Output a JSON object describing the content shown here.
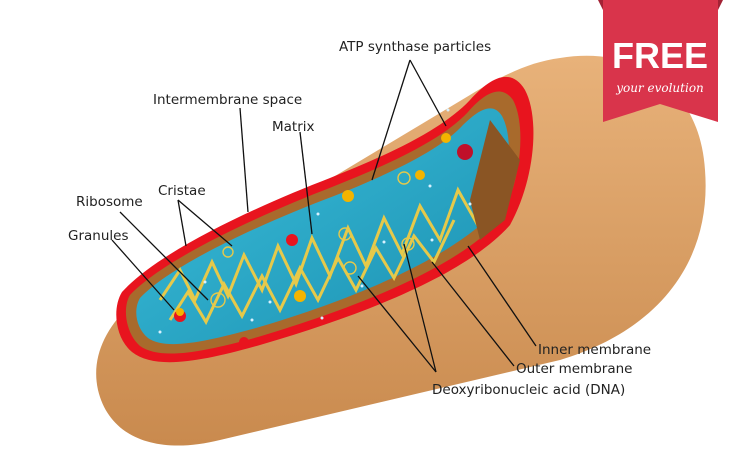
{
  "badge": {
    "title": "FREE",
    "subtitle": "your evolution",
    "color": "#d9344b"
  },
  "colors": {
    "outer_membrane": "#e8141e",
    "intermembrane": "#c0823e",
    "matrix": "#1fa6c7",
    "inner_membrane": "#e6c94a",
    "body": "#d9a066"
  },
  "labels": {
    "atp_synthase": "ATP synthase particles",
    "intermembrane_space": "Intermembrane space",
    "matrix": "Matrix",
    "ribosome": "Ribosome",
    "cristae": "Cristae",
    "granules": "Granules",
    "inner_membrane": "Inner membrane",
    "outer_membrane": "Outer membrane",
    "dna": "Deoxyribonucleic acid (DNA)"
  }
}
